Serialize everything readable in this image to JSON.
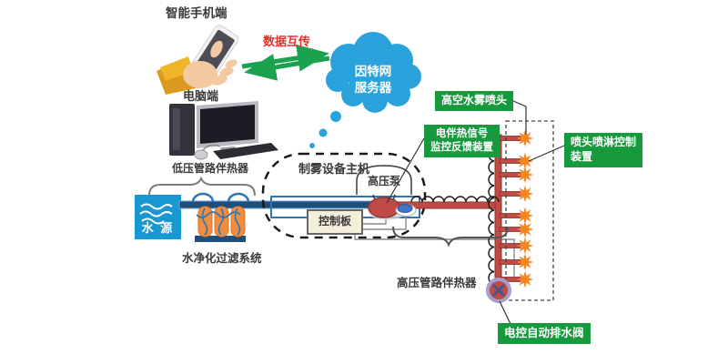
{
  "labels": {
    "smartphone": "智能手机端",
    "pc": "电脑端",
    "data_transfer": "数据互传",
    "cloud": "因特网\n服务器",
    "low_pressure_heater": "低压管路伴热器",
    "water_source": "水 源",
    "water_purification": "水净化过滤系统",
    "fog_host": "制雾设备主机",
    "high_pressure_pump": "高压泵",
    "control_board": "控制板",
    "high_pressure_heater": "高压管路伴热器"
  },
  "callouts": {
    "mist_nozzle": "高空水雾喷头",
    "heat_trace_feedback": "电伴热信号\n监控反馈装置",
    "spray_control": "喷头喷淋控制\n装置",
    "drain_valve": "电控自动排水阀"
  },
  "nozzles": {
    "count": 9
  },
  "colors": {
    "callout_green": "#179a3d",
    "cloud_blue": "#2aa3dc",
    "water_blue": "#1798d2",
    "pipe_navy": "#1f4e79",
    "pipe_blue_line": "#2e75b6",
    "pipe_red": "#bf4b44",
    "pipe_red_edge": "#8e2f28",
    "arrow_green": "#1ba24f",
    "accent_red_text": "#e5312b",
    "nozzle_orange": "#f5851f",
    "filter_orange": "#ef8e41"
  }
}
